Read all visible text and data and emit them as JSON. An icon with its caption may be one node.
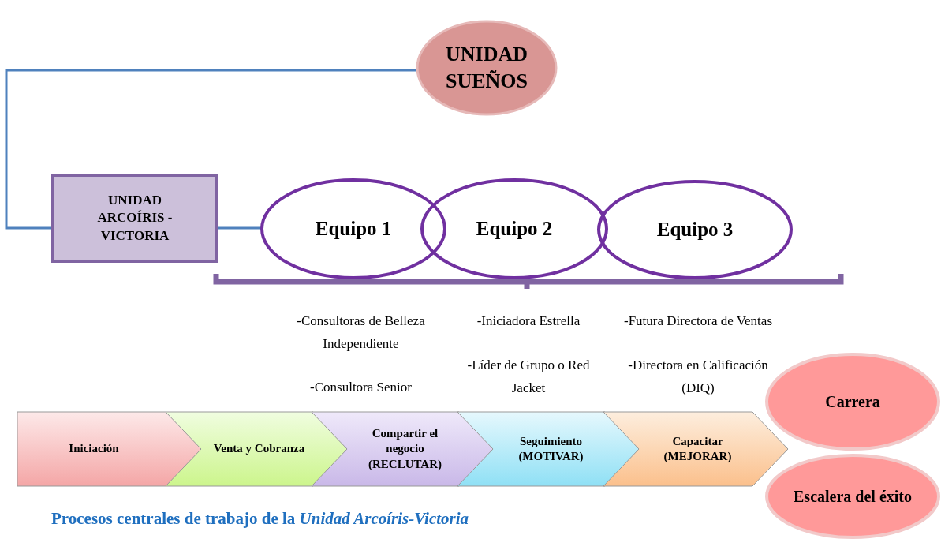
{
  "diagram": {
    "caption": "Procesos centrales de trabajo de la *Unidad Arcoíris-Victoria*",
    "nodes": [
      {
        "text": [
          "UNIDAD SUEÑOS"
        ]
      },
      {
        "text": [
          "UNIDAD ARCOÍRIS - VICTORIA"
        ]
      },
      {
        "text": [
          "Equipo 1"
        ]
      },
      {
        "text": [
          "Equipo 2"
        ]
      },
      {
        "text": [
          "Equipo 3"
        ]
      },
      {
        "text": [
          "Iniciación"
        ]
      },
      {
        "text": [
          "Venta y Cobranza"
        ]
      },
      {
        "text": [
          "Compartir el negocio",
          "(RECLUTAR)"
        ]
      },
      {
        "text": [
          "Seguimiento",
          "(MOTIVAR)"
        ]
      },
      {
        "text": [
          "Capacitar",
          "(MEJORAR)"
        ]
      },
      {
        "text": [
          "Carrera"
        ]
      },
      {
        "text": [
          "Escalera del éxito"
        ]
      }
    ],
    "edges": [
      {
        "from": 0,
        "to": 1,
        "arrow": "none"
      },
      {
        "from": 1,
        "to": 2,
        "arrow": "none"
      }
    ],
    "labels": [
      "-Consultoras de Belleza Independiente",
      "-Consultora Senior",
      "-Iniciadora Estrella",
      "-Líder de Grupo o Red Jacket",
      "-Futura Directora de Ventas",
      "-Directora en Calificación (DIQ)"
    ]
  }
}
